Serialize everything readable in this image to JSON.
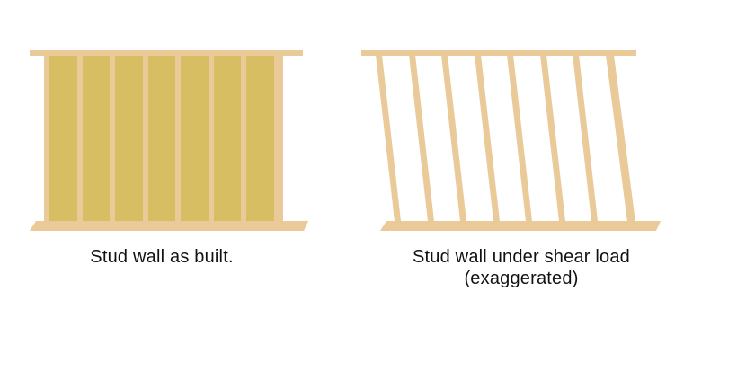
{
  "colors": {
    "timber": "#E9CA98",
    "timber_edge": "#D9B57C",
    "sheathing": "#D8BE62",
    "background": "#FFFFFF",
    "text": "#111111"
  },
  "panels": {
    "as_built": {
      "caption": "Stud wall as built."
    },
    "sheared": {
      "caption_line1": "Stud wall under shear load",
      "caption_line2": "(exaggerated)"
    }
  }
}
